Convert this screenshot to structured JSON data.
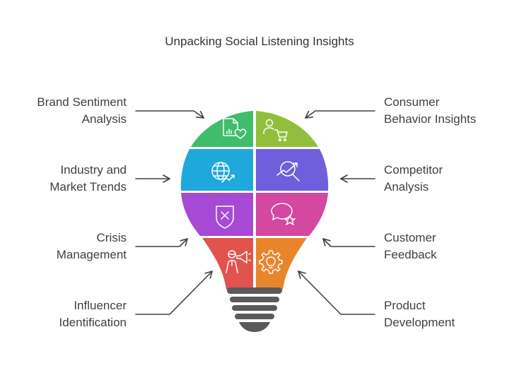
{
  "title": "Unpacking Social Listening Insights",
  "colors": {
    "green": "#3fbd6a",
    "lime": "#92bf3b",
    "cyan": "#1fa8dc",
    "indigo": "#6f5fdc",
    "purple": "#a64ad6",
    "magenta": "#d4489f",
    "red": "#e2534e",
    "orange": "#e8852b",
    "base": "#5a5a5a",
    "text": "#404040",
    "arrow": "#404040"
  },
  "items": [
    {
      "key": "brand-sentiment",
      "side": "left",
      "lines": [
        "Brand Sentiment",
        "Analysis"
      ],
      "icon": "document-heart-icon"
    },
    {
      "key": "industry-trends",
      "side": "left",
      "lines": [
        "Industry and",
        "Market Trends"
      ],
      "icon": "globe-trend-icon"
    },
    {
      "key": "crisis-management",
      "side": "left",
      "lines": [
        "Crisis",
        "Management"
      ],
      "icon": "shield-x-icon"
    },
    {
      "key": "influencer-identification",
      "side": "left",
      "lines": [
        "Influencer",
        "Identification"
      ],
      "icon": "megaphone-person-icon"
    },
    {
      "key": "consumer-behavior",
      "side": "right",
      "lines": [
        "Consumer",
        "Behavior Insights"
      ],
      "icon": "person-cart-icon"
    },
    {
      "key": "competitor-analysis",
      "side": "right",
      "lines": [
        "Competitor",
        "Analysis"
      ],
      "icon": "magnifier-chart-icon"
    },
    {
      "key": "customer-feedback",
      "side": "right",
      "lines": [
        "Customer",
        "Feedback"
      ],
      "icon": "chat-star-icon"
    },
    {
      "key": "product-development",
      "side": "right",
      "lines": [
        "Product",
        "Development"
      ],
      "icon": "gear-bulb-icon"
    }
  ]
}
